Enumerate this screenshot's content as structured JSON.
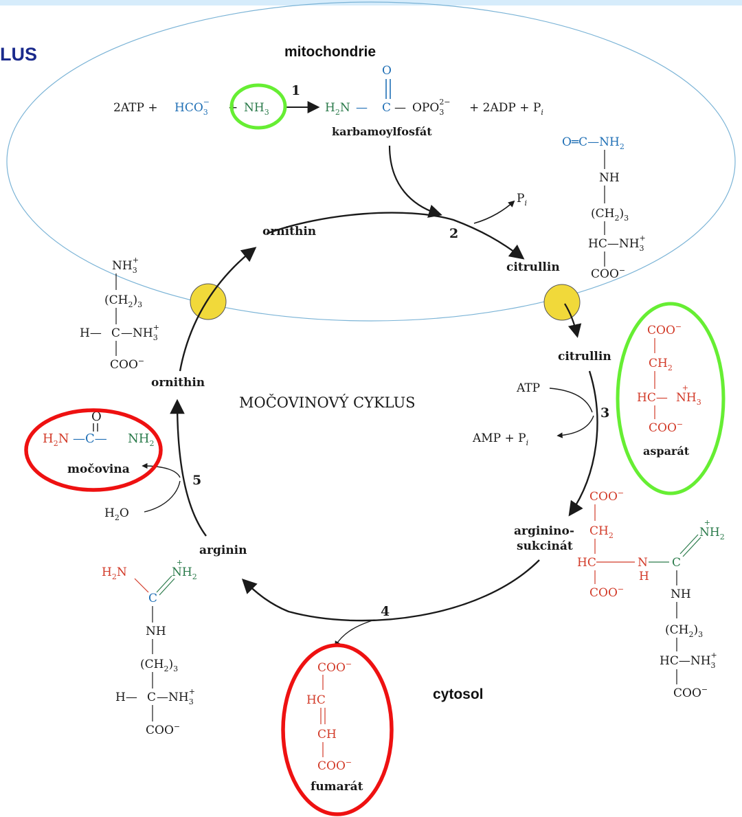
{
  "colors": {
    "black": "#1a1a1a",
    "blue": "#1f6fb5",
    "green": "#2a7a4a",
    "red": "#d23a28",
    "title_navy": "#1a2a8c",
    "highlight_green": "#66ee33",
    "highlight_red": "#ee1111",
    "membrane": "#7ab3d6",
    "transporter": "#f1d93a"
  },
  "labels": {
    "slide_title": "LUS",
    "mitochondrie": "mitochondrie",
    "cytosol": "cytosol",
    "cycle_title": "MOČOVINOVÝ CYKLUS"
  },
  "reaction1": {
    "atp": "2ATP +",
    "hco3": "HCO",
    "hco3_sub": "3",
    "hco3_sup": "−",
    "plus": "+",
    "nh3": "NH",
    "nh3_sub": "3",
    "step": "1",
    "h2n": "H",
    "h2n_sub": "2",
    "h2n_n": "N",
    "bond1": "—",
    "c": "C",
    "bond2": "—",
    "opo": "OPO",
    "opo_sub": "3",
    "opo_sup": "2−",
    "products": "+ 2ADP + P",
    "products_sub": "i",
    "o": "O",
    "karbamoylfosfat": "karbamoylfosfát"
  },
  "step2": {
    "pi": "P",
    "pi_sub": "i",
    "number": "2"
  },
  "citrulline_structure": {
    "top": "O═C—NH",
    "top_sub": "2",
    "nh": "NH",
    "ch2": "(CH",
    "ch2_sub": "2",
    "ch2_close": ")",
    "ch2_n": "3",
    "hc": "HC—NH",
    "hc_sub": "3",
    "hc_sup": "+",
    "coo": "COO",
    "coo_sup": "−"
  },
  "ornithine_structure": {
    "nh3": "NH",
    "nh3_sub": "3",
    "nh3_sup": "+",
    "ch2": "(CH",
    "ch2_sub": "2",
    "ch2_close": ")",
    "ch2_n": "3",
    "h": "H—",
    "c": "C",
    "nh3b": "—NH",
    "nh3b_sub": "3",
    "nh3b_sup": "+",
    "coo": "COO",
    "coo_sup": "−"
  },
  "cycle_labels": {
    "ornithin_mito": "ornithin",
    "citrullin_mito": "citrullin",
    "citrullin_cyto": "citrullin",
    "ornithin_cyto": "ornithin",
    "argininosukcinat_1": "arginino-",
    "argininosukcinat_2": "sukcinát",
    "arginin": "arginin"
  },
  "step3": {
    "atp": "ATP",
    "amp": "AMP + P",
    "amp_sub": "i",
    "number": "3"
  },
  "aspartate": {
    "coo1": "COO",
    "coo1_sup": "−",
    "ch2": "CH",
    "ch2_sub": "2",
    "hc": "HC—",
    "nh3": "NH",
    "nh3_sub": "3",
    "nh3_sup": "+",
    "coo2": "COO",
    "coo2_sup": "−",
    "name": "asparát"
  },
  "urea": {
    "o": "O",
    "h2n": "H",
    "h2n_sub": "2",
    "h2n_n": "N",
    "c": "—C—",
    "nh2": "NH",
    "nh2_sub": "2",
    "name": "močovina"
  },
  "step5": {
    "number": "5",
    "h2o": "H",
    "h2o_sub": "2",
    "h2o_o": "O"
  },
  "argininosuccinate_structure": {
    "coo1": "COO",
    "coo1_sup": "−",
    "ch2": "CH",
    "ch2_sub": "2",
    "hc": "HC",
    "n": "N",
    "h": "H",
    "c": "C",
    "nh2": "NH",
    "nh2_sub": "2",
    "nh2_sup": "+",
    "coo2": "COO",
    "coo2_sup": "−",
    "nh": "NH",
    "ch2b": "(CH",
    "ch2b_sub": "2",
    "ch2b_close": ")",
    "ch2b_n": "3",
    "hc2": "HC—NH",
    "hc2_sub": "3",
    "hc2_sup": "+",
    "coo3": "COO",
    "coo3_sup": "−"
  },
  "arginine_structure": {
    "h2n": "H",
    "h2n_sub": "2",
    "h2n_n": "N",
    "nh2": "NH",
    "nh2_sub": "2",
    "nh2_sup": "+",
    "c": "C",
    "nh": "NH",
    "ch2": "(CH",
    "ch2_sub": "2",
    "ch2_close": ")",
    "ch2_n": "3",
    "h": "H—",
    "c2": "C",
    "nh3": "—NH",
    "nh3_sub": "3",
    "nh3_sup": "+",
    "coo": "COO",
    "coo_sup": "−"
  },
  "step4": {
    "number": "4"
  },
  "fumarate": {
    "coo1": "COO",
    "coo1_sup": "−",
    "hc": "HC",
    "ch": "CH",
    "coo2": "COO",
    "coo2_sup": "−",
    "name": "fumarát"
  }
}
